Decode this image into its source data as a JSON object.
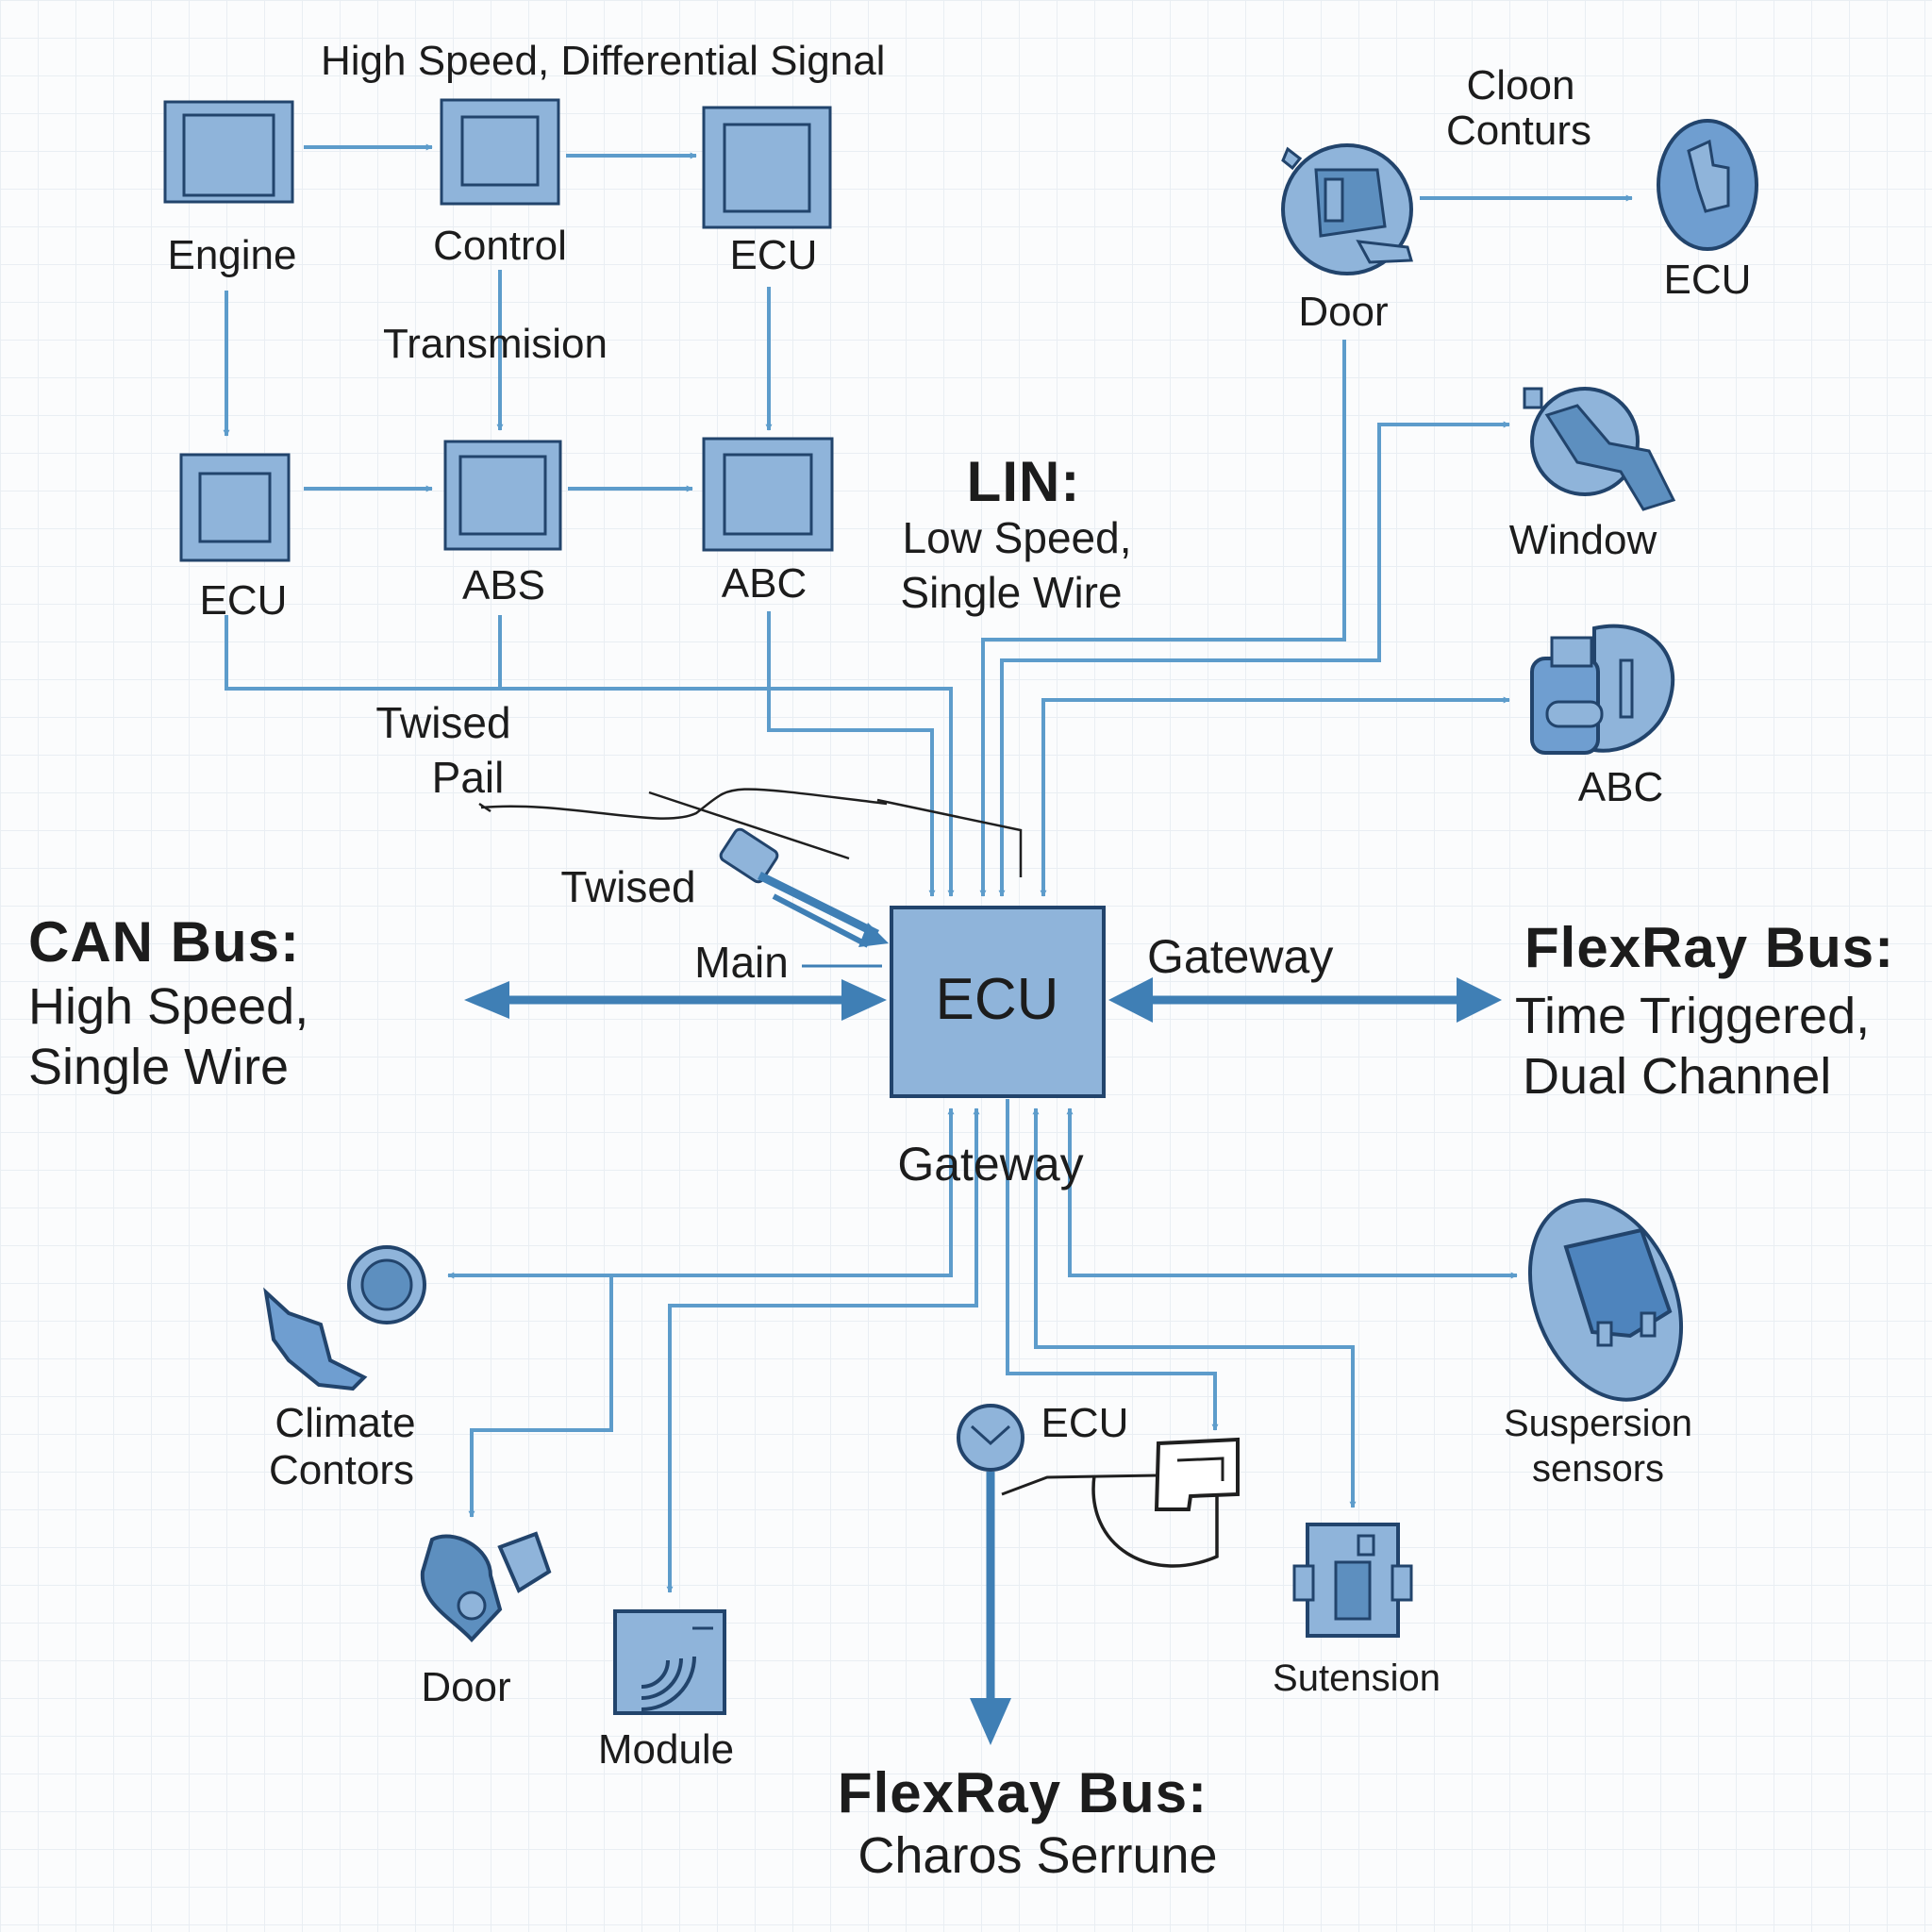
{
  "top_caption": "High Speed, Differential Signal",
  "top_grid": {
    "row1": [
      "Engine",
      "Control",
      "ECU"
    ],
    "middle_label": "Transmision",
    "row2": [
      "ECU",
      "ABS",
      "ABC"
    ]
  },
  "lin": {
    "title": "LIN:",
    "line1": "Low Speed,",
    "line2": "Single Wire"
  },
  "can": {
    "title": "CAN Bus:",
    "line1": "High Speed,",
    "line2": "Single Wire"
  },
  "flexray_right": {
    "title": "FlexRay Bus:",
    "line1": "Time Triggered,",
    "line2": "Dual Channel"
  },
  "flexray_bottom": {
    "title": "FlexRay Bus:",
    "line1": "Charos Serrune"
  },
  "center": {
    "ecu": "ECU",
    "gateway_right": "Gateway",
    "gateway_bottom": "Gateway",
    "main": "Main",
    "twised": "Twised",
    "twised_pail_1": "Twised",
    "twised_pail_2": "Pail"
  },
  "top_right": {
    "cloon_1": "Cloon",
    "cloon_2": "Conturs",
    "door": "Door",
    "ecu": "ECU",
    "window": "Window",
    "abc": "ABC"
  },
  "bottom_nodes": {
    "climate_1": "Climate",
    "climate_2": "Contors",
    "door": "Door",
    "module": "Module",
    "ecu": "ECU",
    "sutension": "Sutension",
    "suspension_1": "Suspersion",
    "suspension_2": "sensors"
  },
  "colors": {
    "node_fill": "#8fb4da",
    "node_stroke": "#22446c",
    "wire": "#5d9ccb",
    "arrow_dark": "#3f7fb5",
    "background": "#fbfcfd"
  }
}
